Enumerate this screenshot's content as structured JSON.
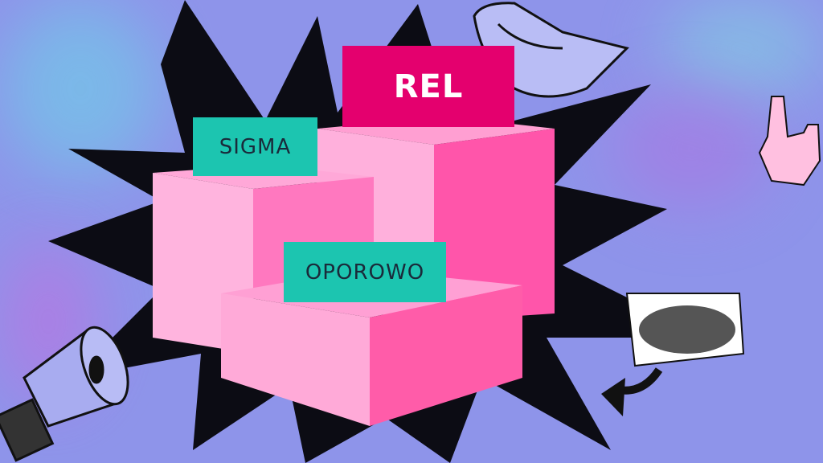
{
  "labels": {
    "rel": "REL",
    "sigma": "SIGMA",
    "oporowo": "OPOROWO"
  },
  "colors": {
    "background": "#8e94ea",
    "teal": "#1cc5b0",
    "magenta": "#e4006e",
    "pink_light": "#ffa8d6",
    "pink_mid": "#ff7cc0",
    "pink_dark": "#ff4fa6"
  }
}
